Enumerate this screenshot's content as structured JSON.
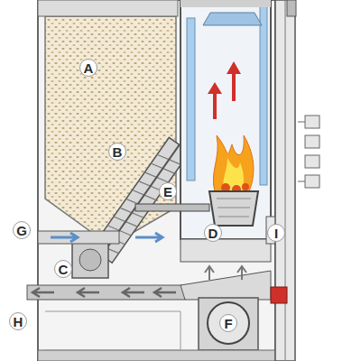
{
  "diagram": {
    "labels": [
      "A",
      "B",
      "G",
      "E",
      "D",
      "C",
      "I",
      "H",
      "F"
    ]
  }
}
